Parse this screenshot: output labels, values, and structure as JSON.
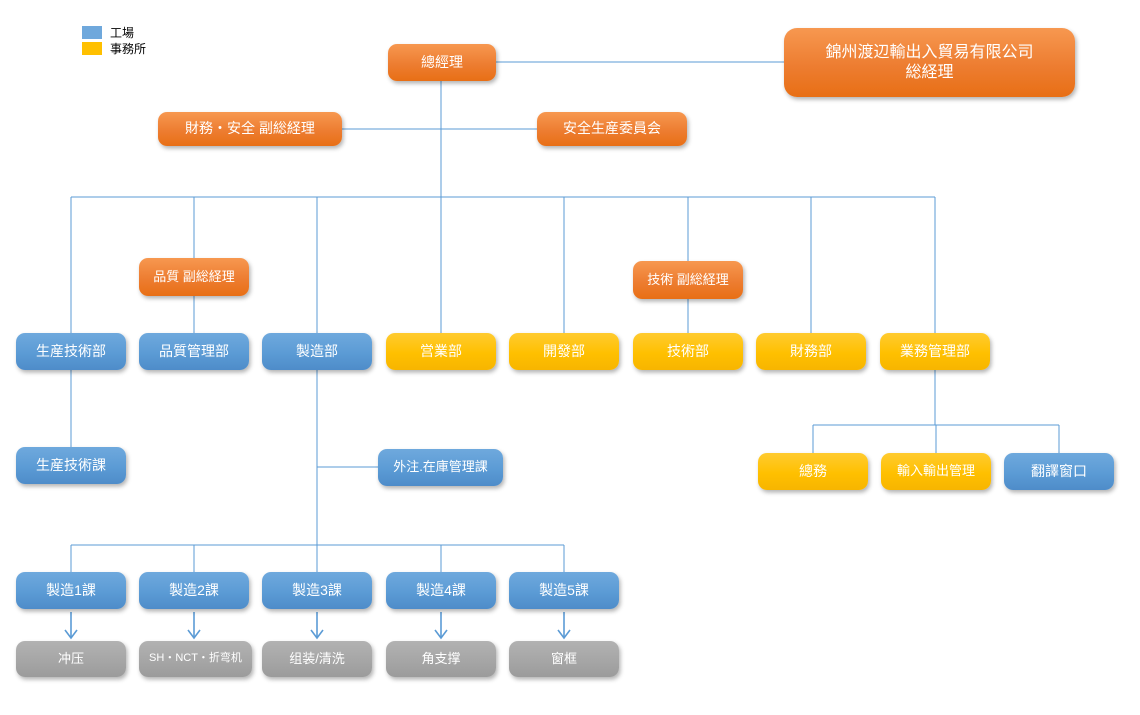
{
  "legend": {
    "items": [
      {
        "label": "工場",
        "color": "#6FA8DC"
      },
      {
        "label": "事務所",
        "color": "#FFC000"
      }
    ]
  },
  "colors": {
    "factory_blue": "#5B9BD5",
    "office_yellow": "#FFC000",
    "management_orange": "#ED7D31",
    "process_gray": "#A6A6A6",
    "connector_blue": "#5B9BD5"
  },
  "nodes": {
    "gm": {
      "label": "總經理"
    },
    "company": {
      "line1": "錦州渡辺輸出入貿易有限公司",
      "line2": "総経理"
    },
    "vp_finance_safety": {
      "label": "財務・安全 副総経理"
    },
    "safety_committee": {
      "label": "安全生産委員会"
    },
    "vp_quality": {
      "label": "品質 副総経理"
    },
    "vp_tech": {
      "label": "技術 副総経理"
    },
    "dept_prod_tech": {
      "label": "生産技術部"
    },
    "dept_quality": {
      "label": "品質管理部"
    },
    "dept_mfg": {
      "label": "製造部"
    },
    "dept_sales": {
      "label": "営業部"
    },
    "dept_dev": {
      "label": "開發部"
    },
    "dept_tech": {
      "label": "技術部"
    },
    "dept_finance": {
      "label": "財務部"
    },
    "dept_biz_mgmt": {
      "label": "業務管理部"
    },
    "sec_prod_tech": {
      "label": "生産技術課"
    },
    "sec_outsourcing_inventory": {
      "label": "外注.在庫管理課"
    },
    "sec_general_affairs": {
      "label": "總務"
    },
    "sec_import_export": {
      "label": "輸入輸出管理"
    },
    "sec_translation": {
      "label": "翻譯窗口"
    },
    "mfg_sec1": {
      "label": "製造1課"
    },
    "mfg_sec2": {
      "label": "製造2課"
    },
    "mfg_sec3": {
      "label": "製造3課"
    },
    "mfg_sec4": {
      "label": "製造4課"
    },
    "mfg_sec5": {
      "label": "製造5課"
    },
    "proc_stamping": {
      "label": "冲压"
    },
    "proc_sh_nct_bending": {
      "label": "SH・NCT・折弯机"
    },
    "proc_assembly_cleaning": {
      "label": "组装/清洗"
    },
    "proc_corner_brace": {
      "label": "角支撑"
    },
    "proc_window_frame": {
      "label": "窗框"
    }
  }
}
